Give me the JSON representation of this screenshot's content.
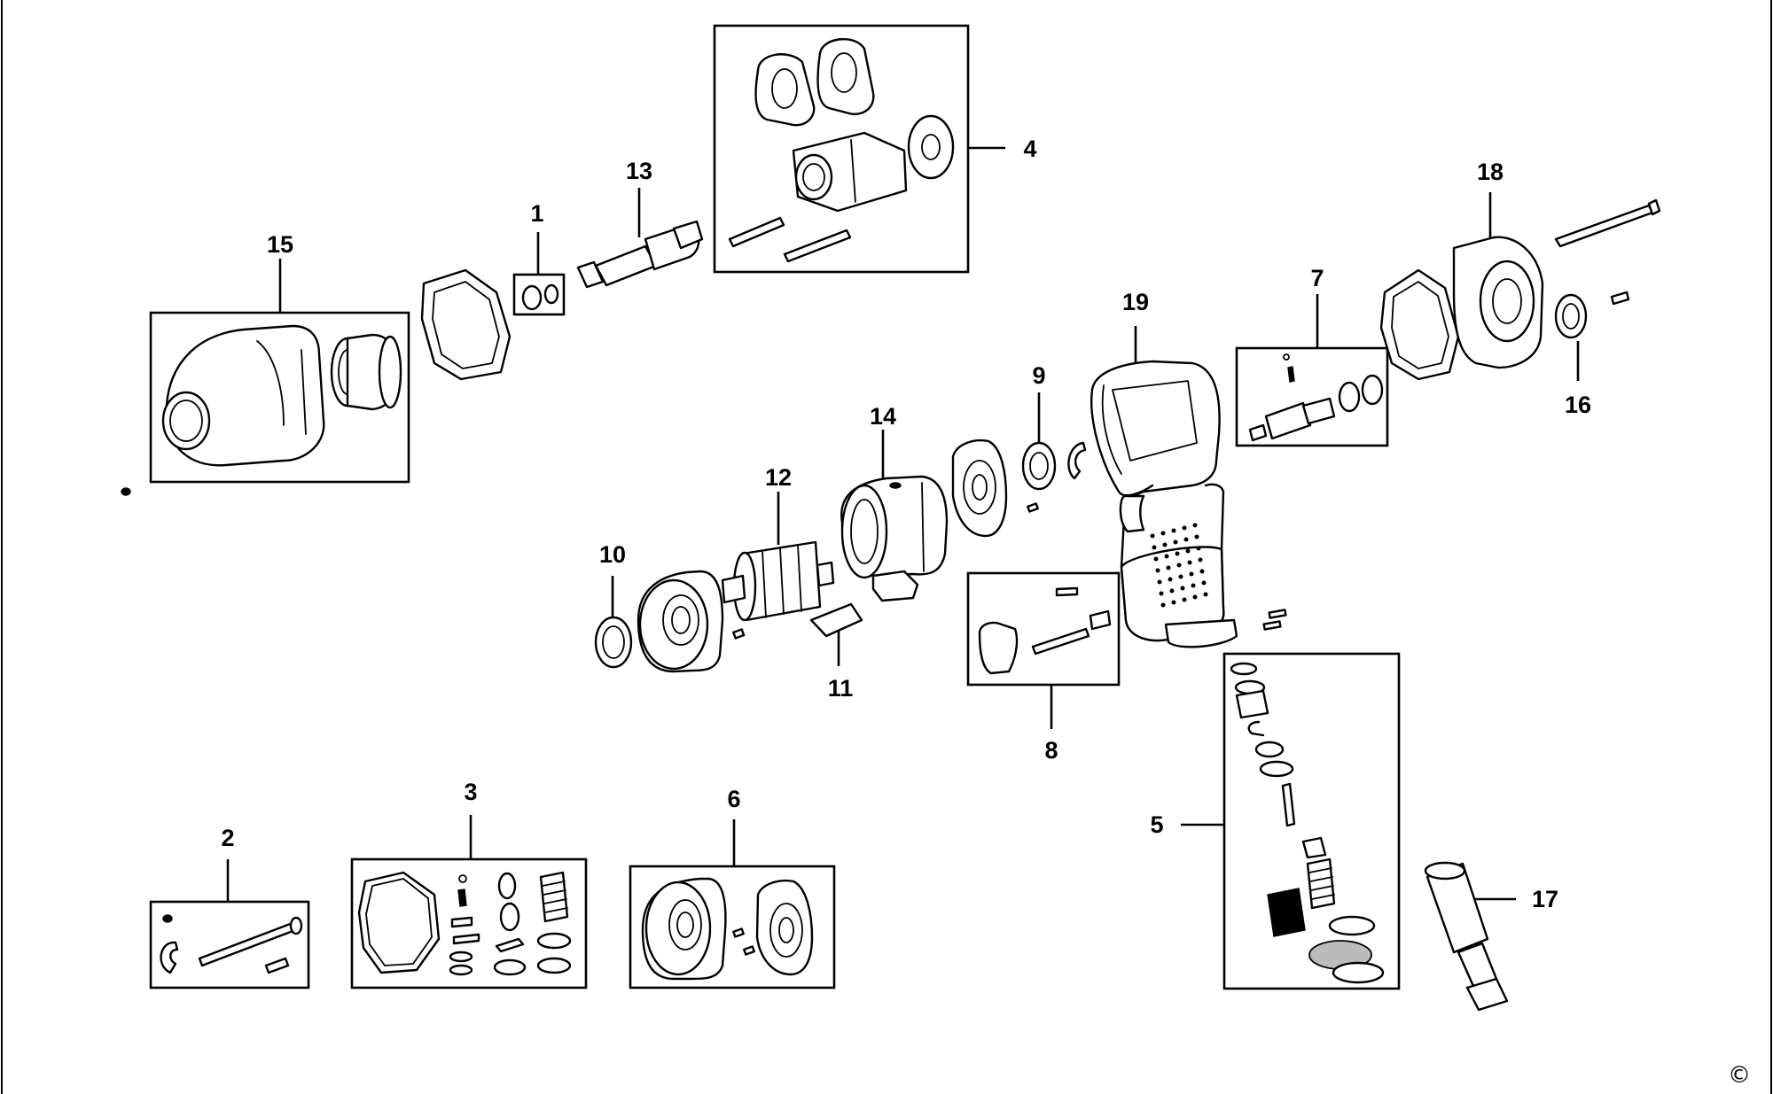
{
  "diagram": {
    "callouts": [
      {
        "id": "1",
        "label": "1"
      },
      {
        "id": "2",
        "label": "2"
      },
      {
        "id": "3",
        "label": "3"
      },
      {
        "id": "4",
        "label": "4"
      },
      {
        "id": "5",
        "label": "5"
      },
      {
        "id": "6",
        "label": "6"
      },
      {
        "id": "7",
        "label": "7"
      },
      {
        "id": "8",
        "label": "8"
      },
      {
        "id": "9",
        "label": "9"
      },
      {
        "id": "10",
        "label": "10"
      },
      {
        "id": "11",
        "label": "11"
      },
      {
        "id": "12",
        "label": "12"
      },
      {
        "id": "13",
        "label": "13"
      },
      {
        "id": "14",
        "label": "14"
      },
      {
        "id": "15",
        "label": "15"
      },
      {
        "id": "16",
        "label": "16"
      },
      {
        "id": "17",
        "label": "17"
      },
      {
        "id": "18",
        "label": "18"
      },
      {
        "id": "19",
        "label": "19"
      }
    ],
    "copyright_symbol": "©",
    "colors": {
      "line": "#000000",
      "background": "#ffffff"
    }
  }
}
